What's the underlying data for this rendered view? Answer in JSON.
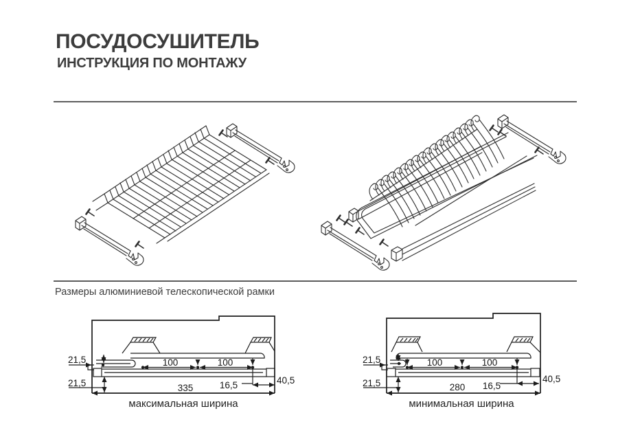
{
  "header": {
    "title": "ПОСУДОСУШИТЕЛЬ",
    "subtitle": "ИНСТРУКЦИЯ ПО МОНТАЖУ"
  },
  "section": {
    "label": "Размеры алюминиевой телескопической рамки"
  },
  "figures": {
    "max": {
      "caption": "максимальная ширина",
      "offset_top": "21,5",
      "offset_bottom": "21,5",
      "pitch_left": "100",
      "pitch_right": "100",
      "length": "335",
      "inset": "16,5",
      "side": "40,5"
    },
    "min": {
      "caption": "минимальная ширина",
      "offset_top": "21,5",
      "offset_bottom": "21,5",
      "pitch_left": "100",
      "pitch_right": "100",
      "length": "280",
      "inset": "16,5",
      "side": "40,5"
    }
  },
  "illustrations": {
    "left": "wire-dish-rack-exploded-view",
    "right": "plate-rack-exploded-view"
  },
  "colors": {
    "background": "#ffffff",
    "line_art": "#2e2e2e",
    "heading": "#3c3c3c",
    "dimension_text": "#161616",
    "rule": "#5c5c5c"
  }
}
